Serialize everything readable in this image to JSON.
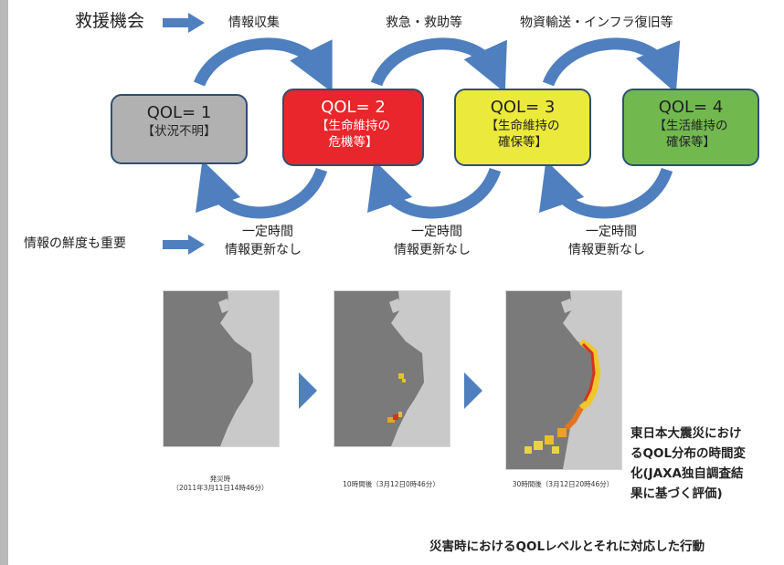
{
  "top": {
    "left_label": "救援機会",
    "actions": [
      "情報収集",
      "救急・救助等",
      "物資輸送・インフラ復旧等"
    ]
  },
  "levels": [
    {
      "qol": "QOL= 1",
      "desc": [
        "【状況不明】"
      ],
      "color": "#b1b1b1"
    },
    {
      "qol": "QOL= 2",
      "desc": [
        "【生命維持の",
        "危機等】"
      ],
      "color": "#e8262b"
    },
    {
      "qol": "QOL= 3",
      "desc": [
        "【生命維持の",
        "確保等】"
      ],
      "color": "#ece93d"
    },
    {
      "qol": "QOL= 4",
      "desc": [
        "【生活維持の",
        "確保等】"
      ],
      "color": "#71b94f"
    }
  ],
  "bottom": {
    "left_label": "情報の鮮度も重要",
    "decay_lines": [
      "一定時間",
      "情報更新なし"
    ]
  },
  "maps": {
    "captions": [
      [
        "発災時",
        "（2011年3月11日14時46分）"
      ],
      [
        "10時間後（3月12日0時46分）"
      ],
      [
        "30時間後（3月12日20時46分）"
      ]
    ]
  },
  "side_caption": [
    "東日本大震災におけ",
    "るQOL分布の時間変",
    "化(JAXA独自調査結",
    "果に基づく評価)"
  ],
  "figure_caption": "災害時におけるQOLレベルとそれに対応した行動",
  "colors": {
    "arrow": "#4f7fbf",
    "box_border": "#2f4f74",
    "map_land": "#777777",
    "sea": "#c9c9c9"
  }
}
